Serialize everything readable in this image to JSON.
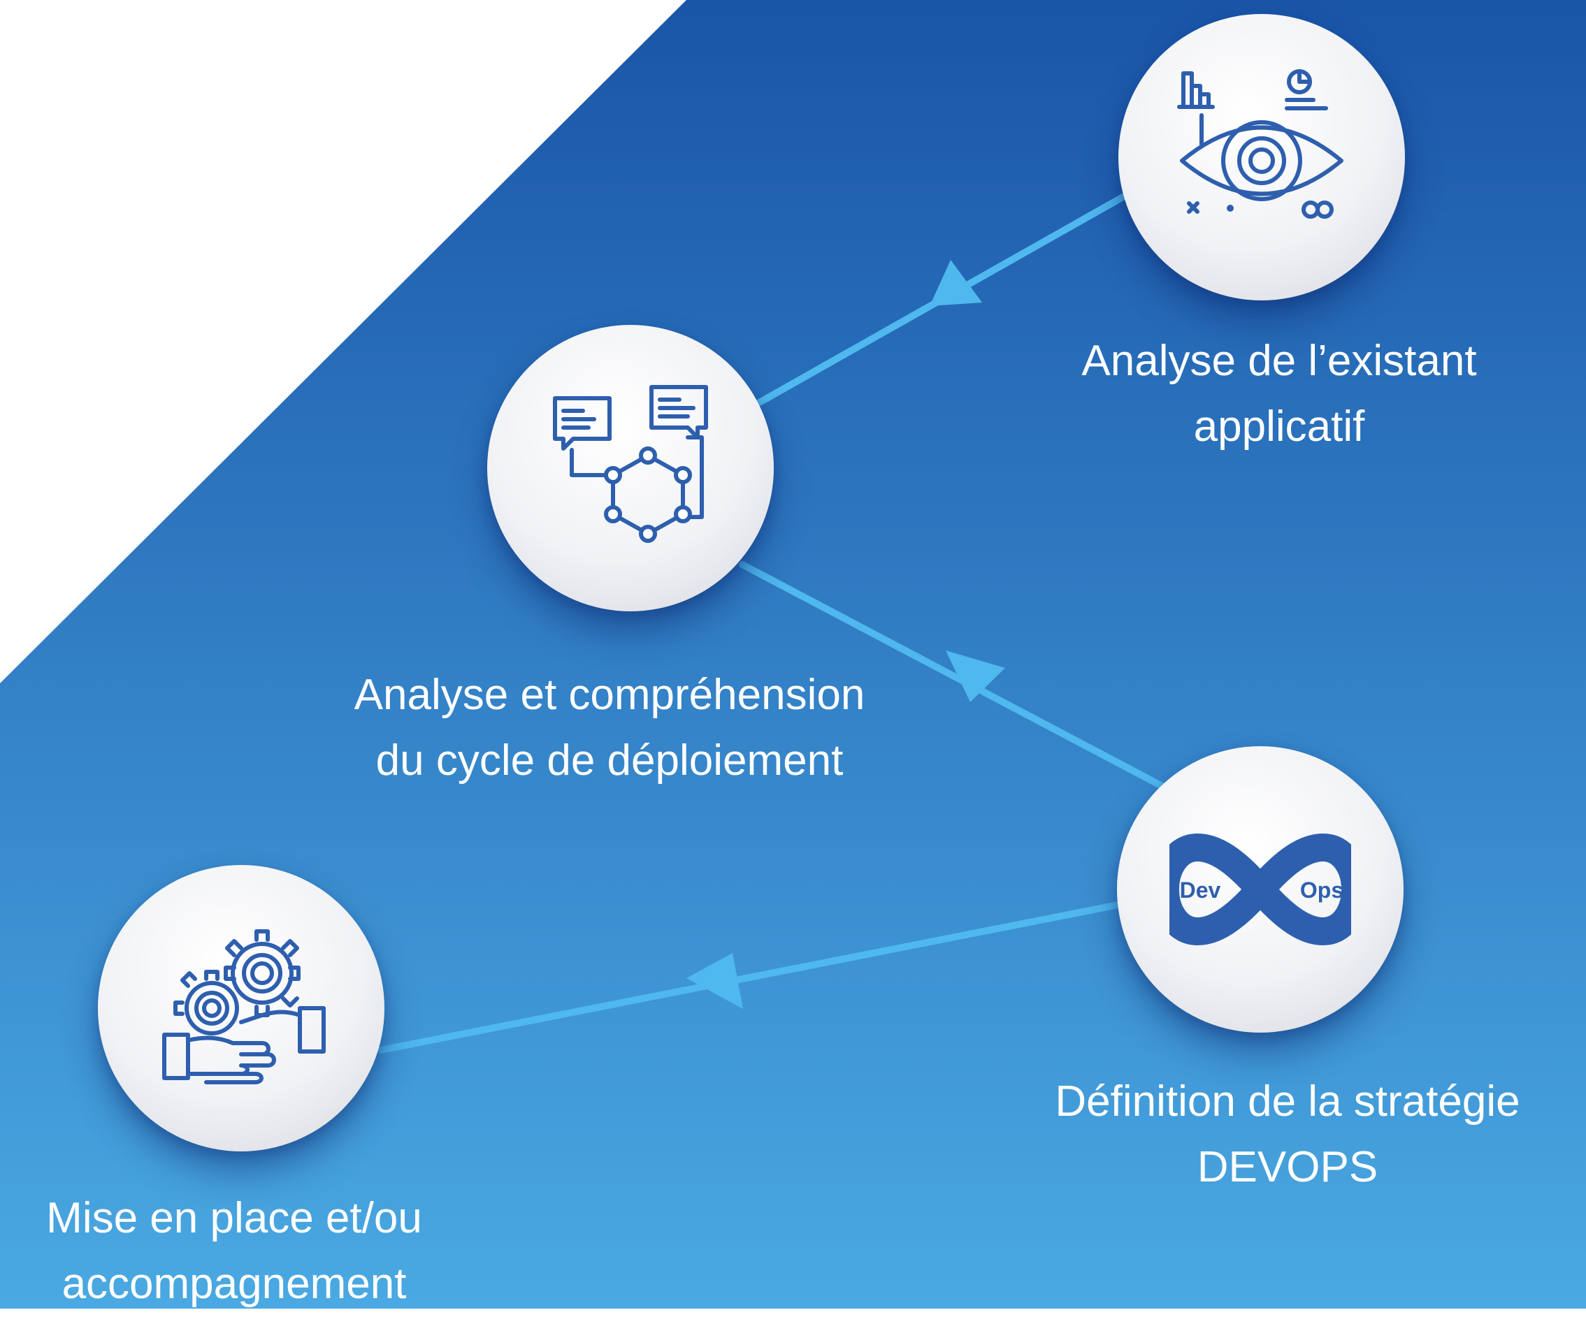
{
  "colors": {
    "white_corner": "#ffffff",
    "gradient_top": "#1a55a8",
    "gradient_bottom": "#4aa9e2",
    "arrow": "#4fb8ee",
    "icon_stroke": "#2e5fae",
    "label_text": "#ffffff"
  },
  "steps": [
    {
      "id": "step-1",
      "icon": "eye-analytics-icon",
      "label_lines": [
        "Analyse de l’existant",
        "applicatif"
      ]
    },
    {
      "id": "step-2",
      "icon": "chat-network-icon",
      "label_lines": [
        "Analyse et compréhension",
        "du cycle de déploiement"
      ]
    },
    {
      "id": "step-3",
      "icon": "devops-infinity-icon",
      "icon_text": {
        "left": "Dev",
        "right": "Ops"
      },
      "label_lines": [
        "Définition de la stratégie",
        "DEVOPS"
      ]
    },
    {
      "id": "step-4",
      "icon": "gears-handshake-icon",
      "label_lines": [
        "Mise en place et/ou",
        "accompagnement"
      ]
    }
  ],
  "connections": [
    {
      "from": "step-1",
      "to": "step-2"
    },
    {
      "from": "step-2",
      "to": "step-3"
    },
    {
      "from": "step-3",
      "to": "step-4"
    }
  ]
}
